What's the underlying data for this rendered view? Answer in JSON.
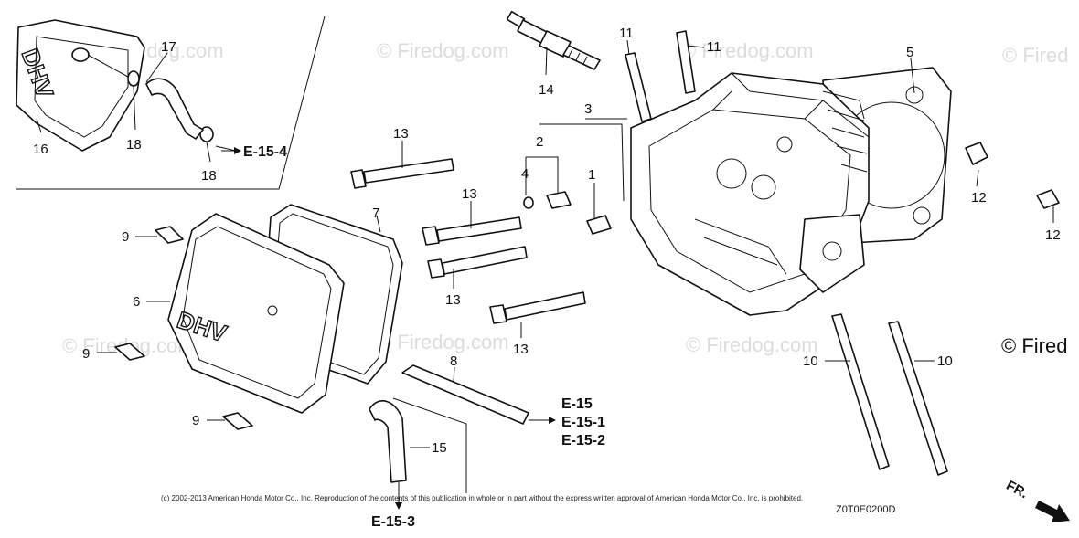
{
  "watermarks": [
    "© Firedog.com",
    "© Firedog.com",
    "© Fired",
    "© Firedog.com",
    "© Firedog.com",
    "© Firedog.com",
    "© Firedog.com",
    "© Fired"
  ],
  "callouts": {
    "c17": "17",
    "c16": "16",
    "c18a": "18",
    "c18b": "18",
    "c14": "14",
    "c11a": "11",
    "c11b": "11",
    "c5": "5",
    "c3": "3",
    "c2": "2",
    "c4": "4",
    "c1": "1",
    "c13a": "13",
    "c13b": "13",
    "c13c": "13",
    "c13d": "13",
    "c12a": "12",
    "c12b": "12",
    "c9a": "9",
    "c9b": "9",
    "c9c": "9",
    "c7": "7",
    "c6": "6",
    "c8": "8",
    "c15": "15",
    "c10a": "10",
    "c10b": "10"
  },
  "references": {
    "e154": "E-15-4",
    "e15": "E-15",
    "e151": "E-15-1",
    "e152": "E-15-2",
    "e153": "E-15-3"
  },
  "cover_marking": "DHV",
  "inset_cover_marking": "DHV",
  "copyright": "(c) 2002-2013 American Honda Motor Co., Inc. Reproduction of the contents of this publication in whole or in part without the express written approval of American Honda Motor Co., Inc. is prohibited.",
  "diagram_code": "Z0T0E0200D",
  "front_indicator": "FR."
}
